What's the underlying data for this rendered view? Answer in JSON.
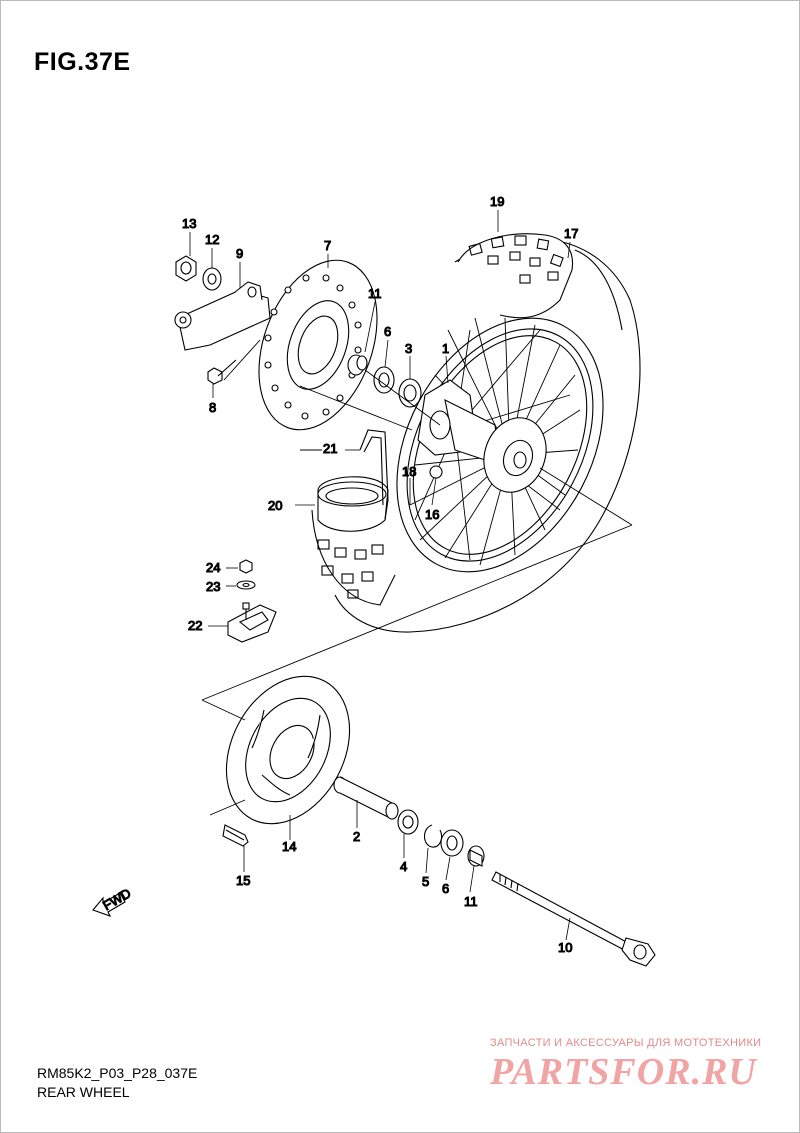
{
  "figure": {
    "title": "FIG.37E",
    "model_code": "RM85K2_P03_P28_037E",
    "section_name": "REAR WHEEL"
  },
  "fwd_arrow": {
    "label": "FWD"
  },
  "callouts": [
    "1",
    "2",
    "3",
    "4",
    "5",
    "6",
    "6",
    "7",
    "8",
    "9",
    "10",
    "11",
    "11",
    "12",
    "13",
    "14",
    "15",
    "16",
    "17",
    "18",
    "19",
    "20",
    "21",
    "22",
    "23",
    "24"
  ],
  "watermark": {
    "tagline": "ЗАПЧАСТИ И АКСЕССУАРЫ ДЛЯ МОТОТЕХНИКИ",
    "brand": "PARTSFOR.RU"
  }
}
